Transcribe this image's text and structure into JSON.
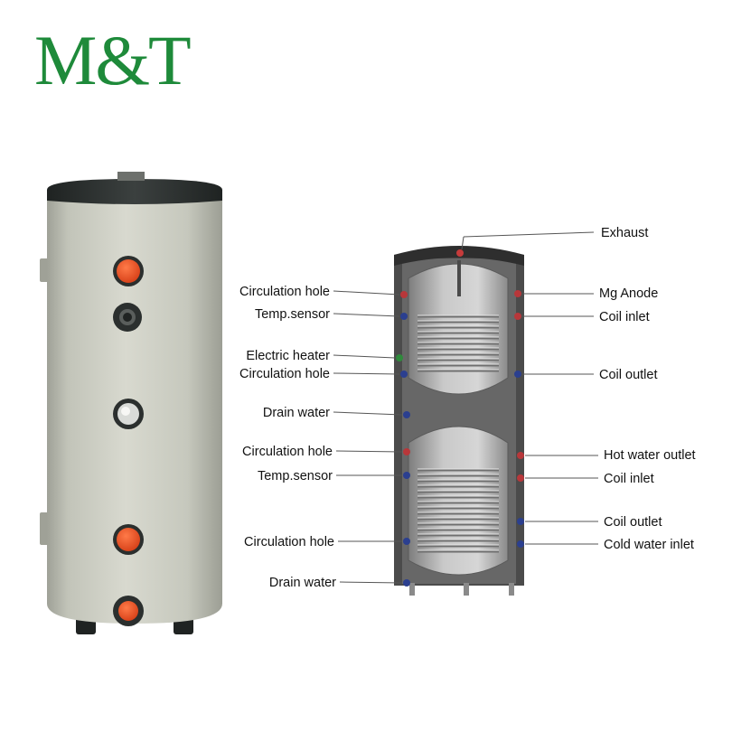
{
  "brand": {
    "logo_text": "M&T",
    "color": "#1e8a3a"
  },
  "labels": {
    "exhaust": "Exhaust",
    "left": [
      "Circulation hole",
      "Temp.sensor",
      "Electric heater",
      "Circulation hole",
      "Drain water",
      "Circulation hole",
      "Temp.sensor",
      "Circulation hole",
      "Drain water"
    ],
    "right": [
      "Mg Anode",
      "Coil inlet",
      "Coil outlet",
      "Hot water outlet",
      "Coil inlet",
      "Coil outlet",
      "Cold water inlet"
    ]
  },
  "colors": {
    "tank_body": "#c9cbc0",
    "tank_lid": "#2b2f2e",
    "port_orange": "#e2552a",
    "port_red": "#b8373a",
    "port_blue": "#2b3f8f",
    "inner_tank": "#b3b3b3",
    "jacket": "#505050"
  }
}
